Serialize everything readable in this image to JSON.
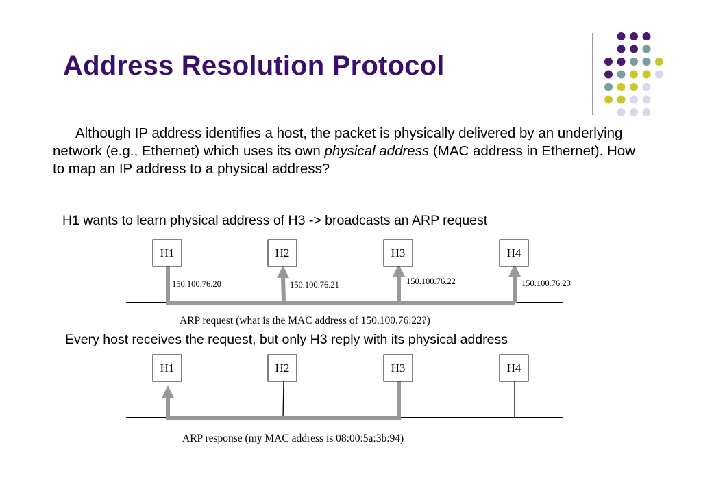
{
  "slide": {
    "title": "Address Resolution Protocol",
    "paragraph_part1": "Although IP address identifies a host, the packet is physically delivered by an underlying network (e.g., Ethernet) which uses its own ",
    "paragraph_emphasis": "physical address",
    "paragraph_part2": " (MAC address in Ethernet). How to map an IP address to a physical address?"
  },
  "scenario1": {
    "caption": "H1 wants to learn physical address of H3 -> broadcasts an ARP request",
    "hosts": [
      "H1",
      "H2",
      "H3",
      "H4"
    ],
    "ips": [
      "150.100.76.20",
      "150.100.76.21",
      "150.100.76.22",
      "150.100.76.23"
    ],
    "message": "ARP request (what is the MAC address of 150.100.76.22?)"
  },
  "scenario2": {
    "caption": "Every host receives the request, but only H3 reply with its physical address",
    "hosts": [
      "H1",
      "H2",
      "H3",
      "H4"
    ],
    "message": "ARP response (my MAC address is 08:00:5a:3b:94)"
  },
  "colors": {
    "title": "#3a0f6b",
    "arrow": "#999999",
    "dot_purple": "#4a1a6e",
    "dot_teal": "#7a9e9f",
    "dot_yellow": "#c8c82a",
    "dot_lavender": "#d8d8ea"
  }
}
